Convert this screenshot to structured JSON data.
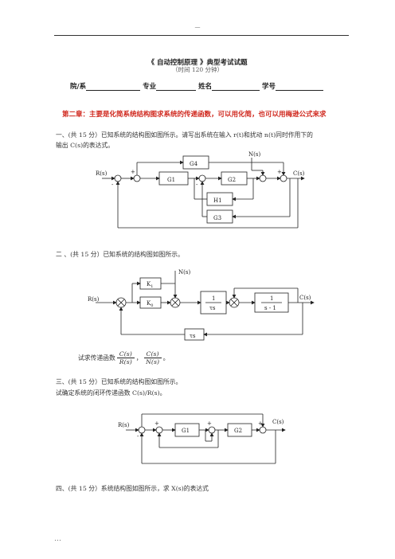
{
  "header": {
    "top_mark": "—",
    "bottom_mark": "…"
  },
  "exam": {
    "title": "《 自动控制原理 》典型考试试题",
    "time": "（时间 120 分钟）",
    "dept_label": "院/系",
    "major_label": "专业",
    "name_label": "姓名",
    "id_label": "学号"
  },
  "chapter": "第二章：主要是化简系统结构图求系统的传递函数，可以用化简，也可以用梅逊公式来求",
  "q1": {
    "line1": "一、(共 15 分）已知系统的结构图如图所示。请写出系统在输入 r(t)和扰动 n(t)同时作用下的",
    "line2": "输出 C(s)的表达式。",
    "diagram": {
      "in": "R(s)",
      "out": "C(s)",
      "dist": "N(s)",
      "blocks": [
        "G4",
        "G1",
        "G2",
        "H1",
        "G3"
      ],
      "plus": "+",
      "minus": "-"
    }
  },
  "q2": {
    "line1": "二 、(共 15 分）已知系统的结构图如图所示。",
    "diagram": {
      "in": "R(s)",
      "out": "C(s)",
      "dist": "N(s)",
      "k1": "K",
      "k1_sub": "1",
      "k0": "K",
      "k0_sub": "0",
      "int_num": "1",
      "int_den": "τs",
      "lag_num": "1",
      "lag_den": "s - 1",
      "fb": "τs"
    },
    "ask_prefix": "试求传递函数",
    "frac1_num": "C(s)",
    "frac1_den": "R(s)",
    "frac2_num": "C(s)",
    "frac2_den": "N(s)",
    "sep": "，",
    "end": "。"
  },
  "q3": {
    "line1": "三、(共 15 分）已知系统的结构图如图所示。",
    "line2": "试确定系统的闭环传递函数 C(s)/R(s)。",
    "diagram": {
      "in": "R(s)",
      "out": "C(s)",
      "blocks": [
        "G1",
        "G2"
      ],
      "plus": "+",
      "minus": "-"
    }
  },
  "q4": {
    "line1": "四、(共 15 分）系统结构图如图所示，求 X(s)的表达式"
  }
}
